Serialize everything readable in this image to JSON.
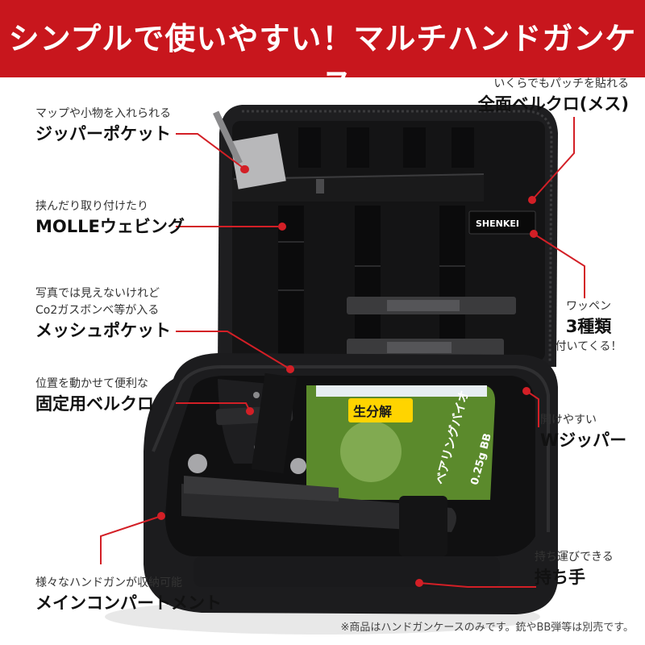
{
  "banner": {
    "title": "シンプルで使いやすい！マルチハンドガンケース",
    "color": "#c8161d"
  },
  "product": {
    "brand_patch": "SHENKEI",
    "bb_package_label_1": "生分解",
    "bb_package_label_2": "ベアリングバイオ",
    "bb_package_label_3": "0.25g BB"
  },
  "callouts": {
    "zipper_pocket": {
      "sub": "マップや小物を入れられる",
      "main": "ジッパーポケット"
    },
    "molle": {
      "sub": "挟んだり取り付けたり",
      "main": "MOLLEウェビング"
    },
    "mesh_pocket": {
      "sub1": "写真では見えないけれど",
      "sub2": "Co2ガスボンベ等が入る",
      "main": "メッシュポケット"
    },
    "velcro_fix": {
      "sub": "位置を動かせて便利な",
      "main": "固定用ベルクロ"
    },
    "main_compartment": {
      "sub": "様々なハンドガンが収納可能",
      "main": "メインコンパートメント"
    },
    "full_velcro": {
      "sub": "いくらでもパッチを貼れる",
      "main": "全面ベルクロ(メス)"
    },
    "patch": {
      "sub1": "ワッペン",
      "main": "3種類",
      "sub2": "付いてくる！"
    },
    "w_zipper": {
      "sub": "開けやすい",
      "main": "Wジッパー"
    },
    "handle": {
      "sub": "持ち運びできる",
      "main": "持ち手"
    }
  },
  "footnote": "※商品はハンドガンケースのみです。銃やBB弾等は別売です。",
  "colors": {
    "accent": "#d31f26",
    "case": "#1c1c1e",
    "bb_bag": "#5b8a2c"
  }
}
